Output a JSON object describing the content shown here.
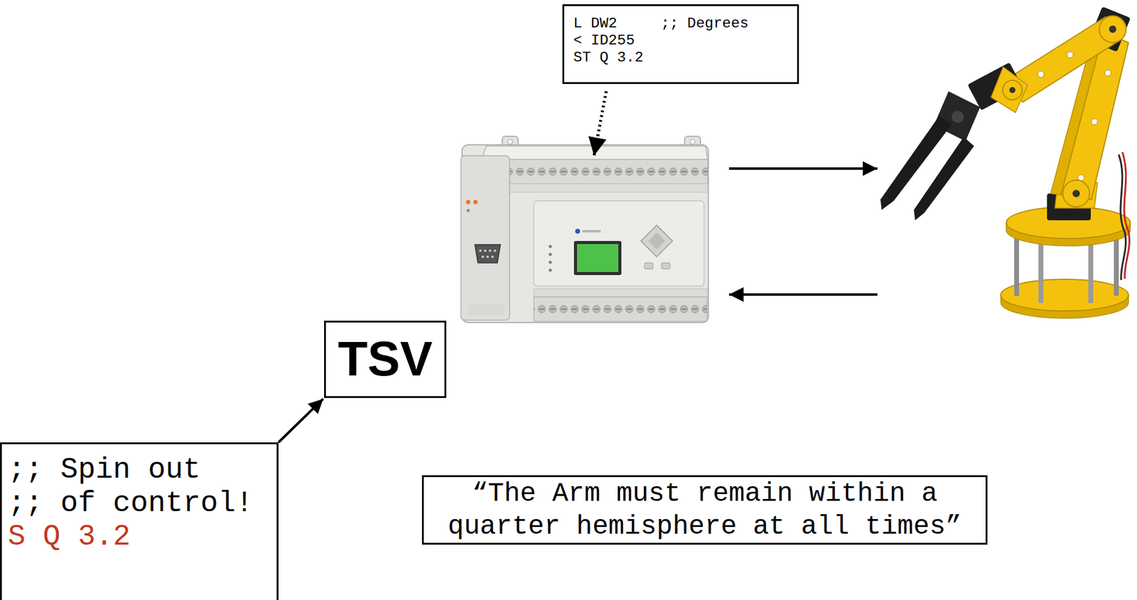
{
  "diagram": {
    "nodes": [
      {
        "text": [
          "L DW2",
          ";; Degrees",
          "< ID255",
          "ST Q 3.2"
        ]
      },
      {
        "text": [
          "TSV"
        ]
      },
      {
        "text": [
          ";; Spin out",
          ";; of control!",
          "S Q 3.2"
        ]
      },
      {
        "text": [
          "“The Arm must remain within a quarter hemisphere at all times”"
        ]
      }
    ],
    "edges": [
      {
        "from": 2,
        "to": 1,
        "arrow": "to"
      }
    ]
  }
}
